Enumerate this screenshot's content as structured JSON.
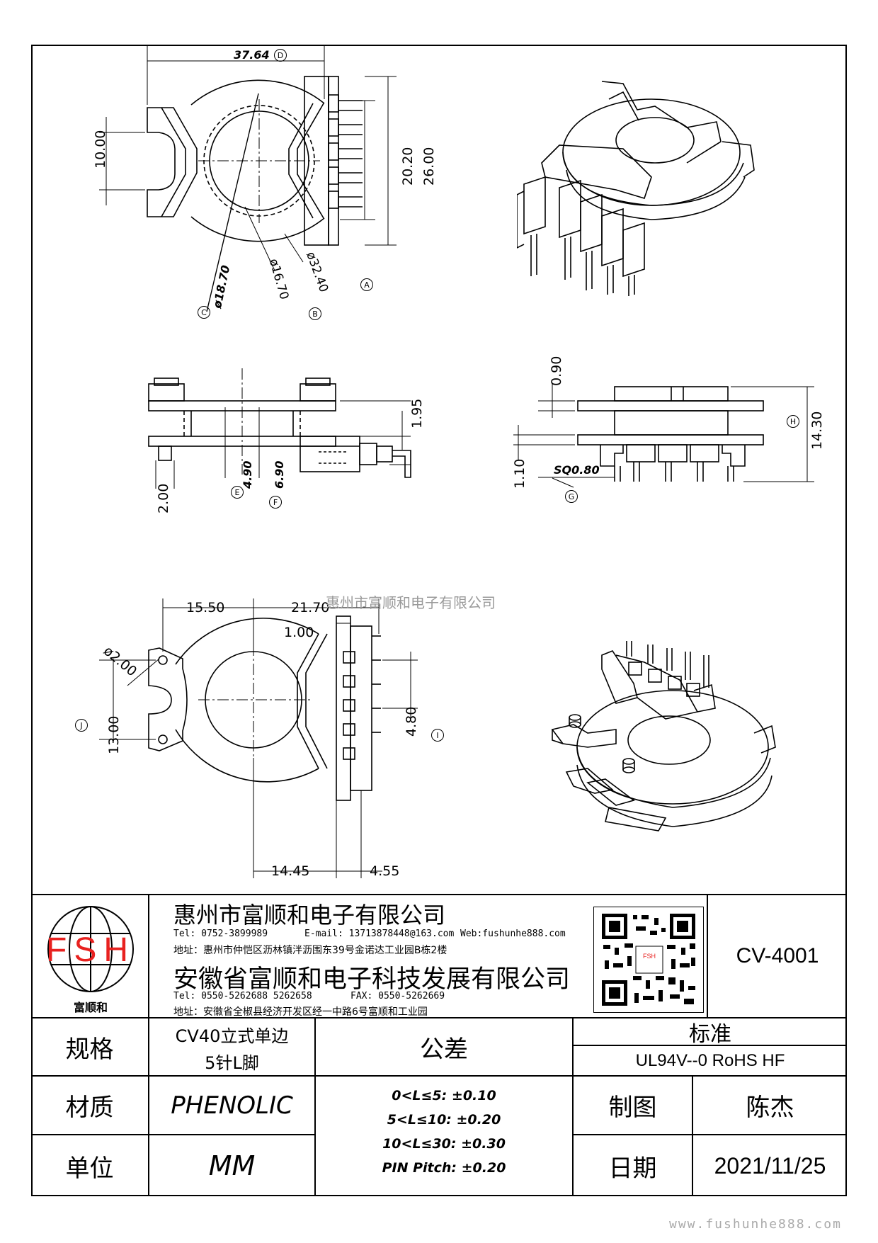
{
  "drawing": {
    "top_view_dims": {
      "width": "37.64",
      "width_ref": "D",
      "height_10": "10.00",
      "h_20_20": "20.20",
      "h_26_00": "26.00",
      "dia_18_70": "ø18.70",
      "dia_16_70": "ø16.70",
      "dia_32_40": "ø32.40",
      "ref_a": "A",
      "ref_b": "B",
      "ref_c": "C"
    },
    "side_view_dims": {
      "d_1_95": "1.95",
      "d_2_00": "2.00",
      "d_4_90": "4.90",
      "d_6_90": "6.90",
      "ref_e": "E",
      "ref_f": "F"
    },
    "front_view_dims": {
      "d_0_90": "0.90",
      "d_1_10": "1.10",
      "d_14_30": "14.30",
      "sq": "SQ0.80",
      "ref_g": "G",
      "ref_h": "H"
    },
    "bottom_view_dims": {
      "d_15_50": "15.50",
      "d_21_70": "21.70",
      "d_1_00": "1.00",
      "d_2_00": "ø2.00",
      "d_13_00": "13.00",
      "d_4_80": "4.80",
      "d_14_45": "14.45",
      "d_4_55": "4.55",
      "ref_i": "I",
      "ref_j": "J"
    },
    "watermark_center": "惠州市富顺和电子有限公司",
    "watermark_footer": "www.fushunhe888.com"
  },
  "title_block": {
    "logo_text": "FSH",
    "logo_caption": "富顺和",
    "company1": "惠州市富顺和电子有限公司",
    "contact1_tel": "Tel: 0752-3899989",
    "contact1_email": "E-mail: 13713878448@163.com",
    "contact1_web": "Web:fushunhe888.com",
    "address1": "地址：惠州市仲恺区沥林镇泮沥围东39号金诺达工业园B栋2楼",
    "company2": "安徽省富顺和电子科技发展有限公司",
    "contact2_tel": "Tel:  0550-5262688  5262658",
    "contact2_fax": "FAX: 0550-5262669",
    "address2": "地址：安徽省全椒县经济开发区经一中路6号富顺和工业园",
    "part_no": "CV-4001",
    "spec_label": "规格",
    "spec_value_1": "CV40立式单边",
    "spec_value_2": "5针L脚",
    "tolerance_label": "公差",
    "tolerance_1": "0<L≤5: ±0.10",
    "tolerance_2": "5<L≤10: ±0.20",
    "tolerance_3": "10<L≤30: ±0.30",
    "tolerance_4": "PIN Pitch: ±0.20",
    "standard_label": "标准",
    "standard_value": "UL94V--0  RoHS HF",
    "material_label": "材质",
    "material_value": "PHENOLIC",
    "drawn_label": "制图",
    "drawn_value": "陈杰",
    "unit_label": "单位",
    "unit_value": "MM",
    "date_label": "日期",
    "date_value": "2021/11/25"
  },
  "colors": {
    "logo_red": "#e8211f",
    "line": "#000000"
  }
}
